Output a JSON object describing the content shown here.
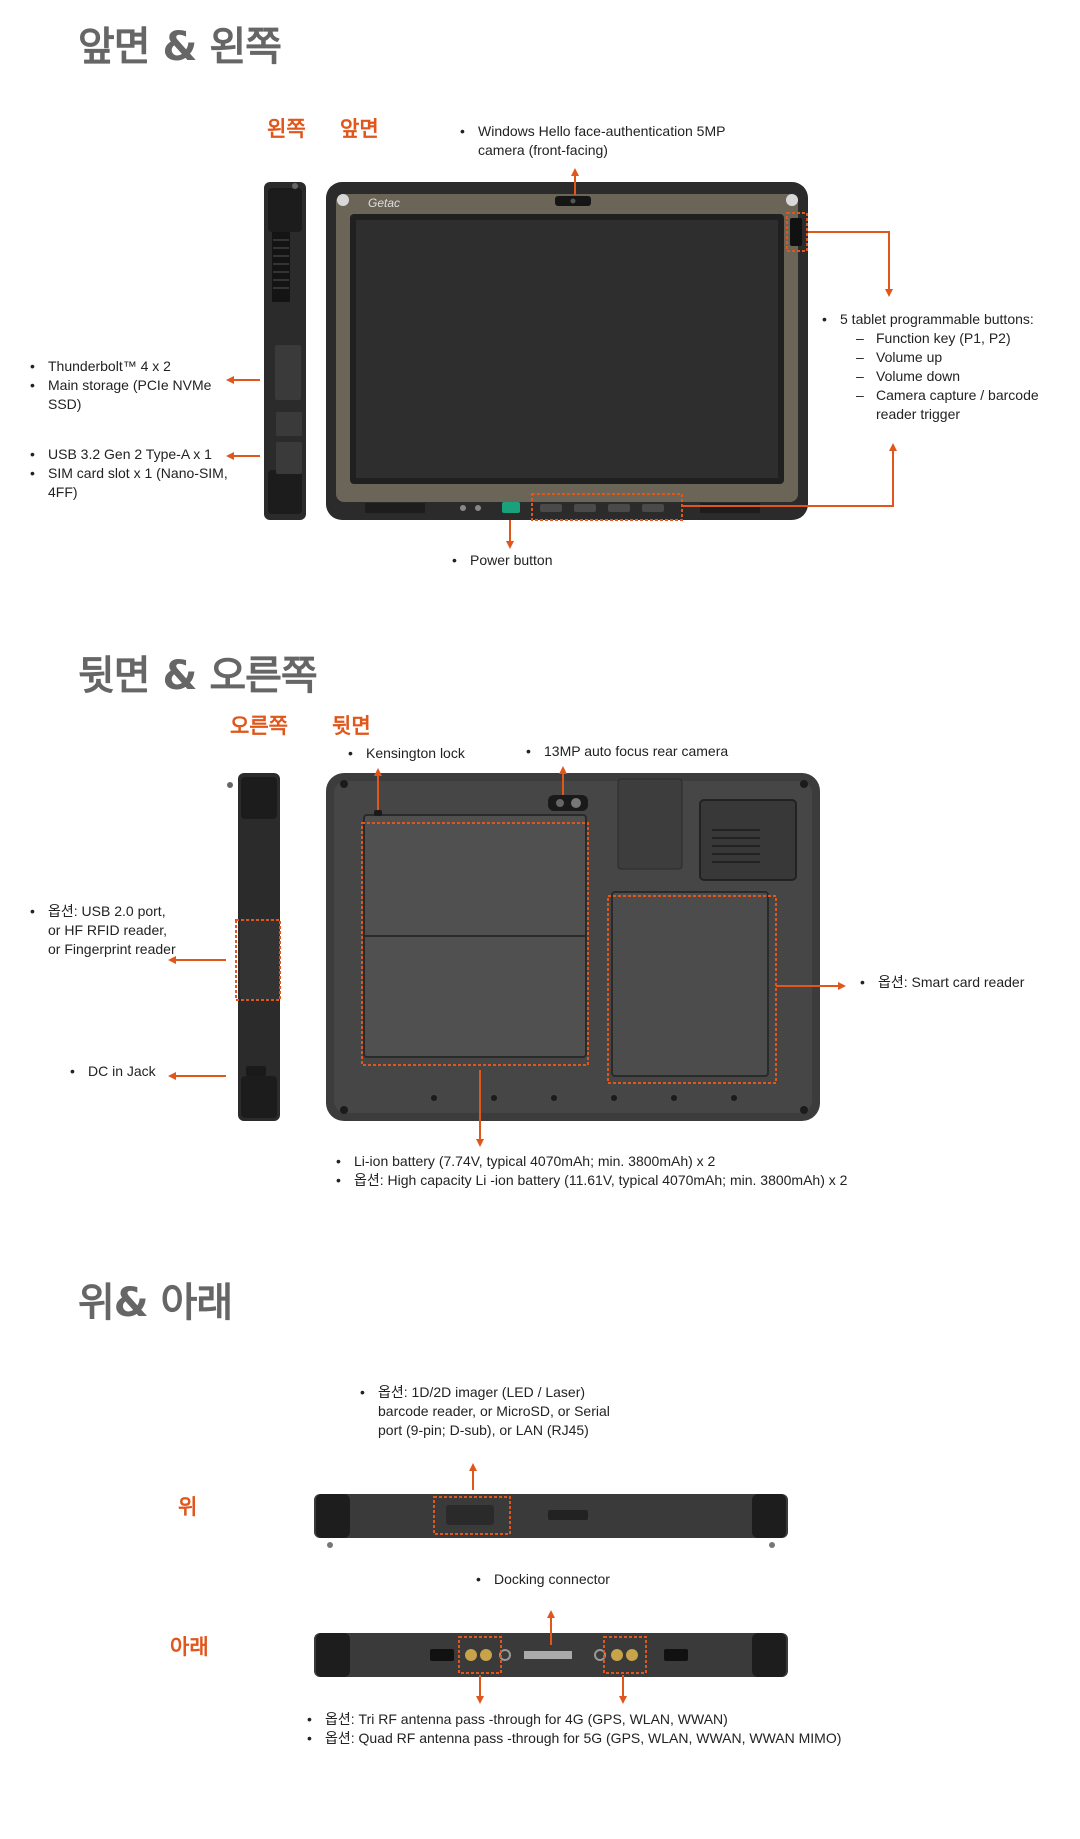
{
  "section_front_left": {
    "heading": "앞면 & 왼쪽",
    "label_left": "왼쪽",
    "label_front": "앞면",
    "brand": "Getac",
    "camera_note": [
      "Windows Hello face-authentication 5MP camera (front-facing)"
    ],
    "buttons_note": {
      "intro": "5 tablet programmable buttons:",
      "items": [
        "Function key (P1, P2)",
        "Volume up",
        "Volume down",
        "Camera capture / barcode reader trigger"
      ]
    },
    "left_upper_note": [
      "Thunderbolt™ 4 x 2",
      "Main storage (PCIe NVMe SSD)"
    ],
    "left_lower_note": [
      "USB 3.2 Gen 2 Type-A x 1",
      "SIM card slot x 1  (Nano-SIM, 4FF)"
    ],
    "power_note": [
      "Power button"
    ]
  },
  "section_back_right": {
    "heading": "뒷면 & 오른쪽",
    "label_right": "오른쪽",
    "label_back": "뒷면",
    "kensington_note": [
      "Kensington lock"
    ],
    "rear_camera_note": [
      "13MP auto focus rear camera"
    ],
    "option_usb_note": [
      "옵션: USB 2.0 port, or HF RFID reader, or Fingerprint reader"
    ],
    "dc_note": [
      "DC in Jack"
    ],
    "smartcard_note": [
      "옵션: Smart card reader"
    ],
    "battery_note": [
      "Li-ion battery (7.74V, typical 4070mAh; min. 3800mAh) x 2",
      "옵션: High capacity Li -ion battery (11.61V, typical 4070mAh; min. 3800mAh) x 2"
    ]
  },
  "section_top_bottom": {
    "heading": "위& 아래",
    "label_top": "위",
    "label_bottom": "아래",
    "top_option_note": [
      "옵션: 1D/2D imager (LED / Laser) barcode reader, or MicroSD, or Serial port (9-pin; D-sub), or LAN (RJ45)"
    ],
    "docking_note": [
      "Docking connector"
    ],
    "rf_note": [
      "옵션: Tri RF antenna pass -through for 4G (GPS, WLAN, WWAN)",
      "옵션: Quad RF antenna pass -through for 5G (GPS, WLAN, WWAN, WWAN MIMO)"
    ]
  },
  "colors": {
    "accent": "#e0561b",
    "heading": "#666666",
    "body": "#222222",
    "device_dark": "#2b2b2b",
    "device_frame": "#3c3c3c"
  }
}
